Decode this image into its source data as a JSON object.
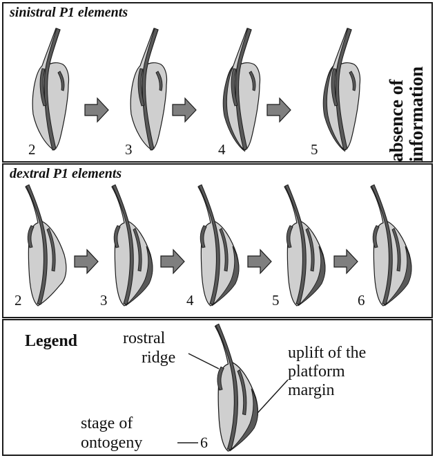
{
  "panels": {
    "sinistral": {
      "title": "sinistral P1 elements",
      "stages": [
        "2",
        "3",
        "4",
        "5"
      ],
      "note_line1": "absence of",
      "note_line2": "information"
    },
    "dextral": {
      "title": "dextral P1 elements",
      "stages": [
        "2",
        "3",
        "4",
        "5",
        "6"
      ]
    },
    "legend": {
      "title": "Legend",
      "rostral_ridge_line1": "rostral",
      "rostral_ridge_line2": "ridge",
      "uplift_line1": "uplift of the",
      "uplift_line2": "platform",
      "uplift_line3": "margin",
      "stage_line1": "stage of",
      "stage_line2": "ontogeny",
      "stage_example": "6"
    }
  },
  "colors": {
    "platform_fill": "#cfcfcf",
    "ridge_fill": "#595959",
    "arrow_fill": "#7f7f7f",
    "outline": "#1a1a1a"
  }
}
